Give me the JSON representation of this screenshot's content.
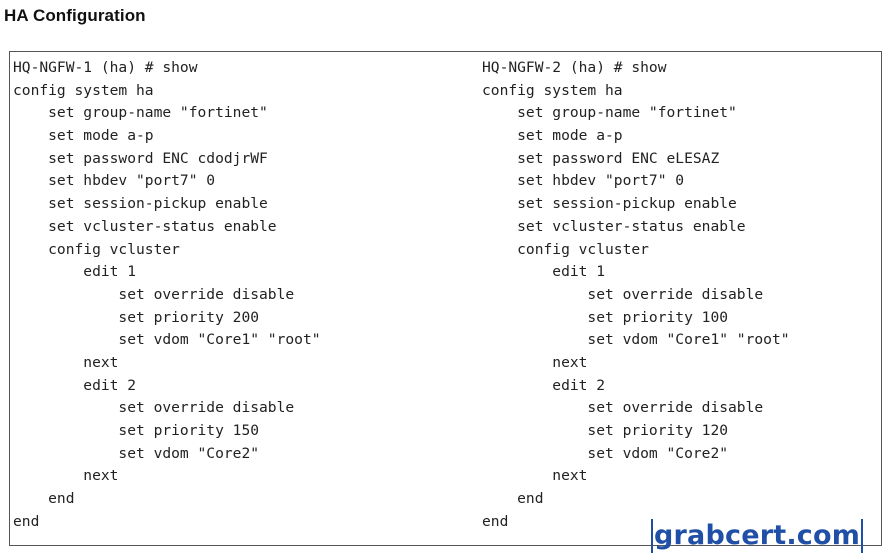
{
  "heading": "HA Configuration",
  "left_config": [
    "HQ-NGFW-1 (ha) # show",
    "config system ha",
    "    set group-name \"fortinet\"",
    "    set mode a-p",
    "    set password ENC cdodjrWF",
    "    set hbdev \"port7\" 0",
    "    set session-pickup enable",
    "    set vcluster-status enable",
    "    config vcluster",
    "        edit 1",
    "            set override disable",
    "            set priority 200",
    "            set vdom \"Core1\" \"root\"",
    "        next",
    "        edit 2",
    "            set override disable",
    "            set priority 150",
    "            set vdom \"Core2\"",
    "        next",
    "    end",
    "end"
  ],
  "right_config": [
    "HQ-NGFW-2 (ha) # show",
    "config system ha",
    "    set group-name \"fortinet\"",
    "    set mode a-p",
    "    set password ENC eLESAZ",
    "    set hbdev \"port7\" 0",
    "    set session-pickup enable",
    "    set vcluster-status enable",
    "    config vcluster",
    "        edit 1",
    "            set override disable",
    "            set priority 100",
    "            set vdom \"Core1\" \"root\"",
    "        next",
    "        edit 2",
    "            set override disable",
    "            set priority 120",
    "            set vdom \"Core2\"",
    "        next",
    "    end",
    "end"
  ],
  "watermark": "grabcert.com"
}
